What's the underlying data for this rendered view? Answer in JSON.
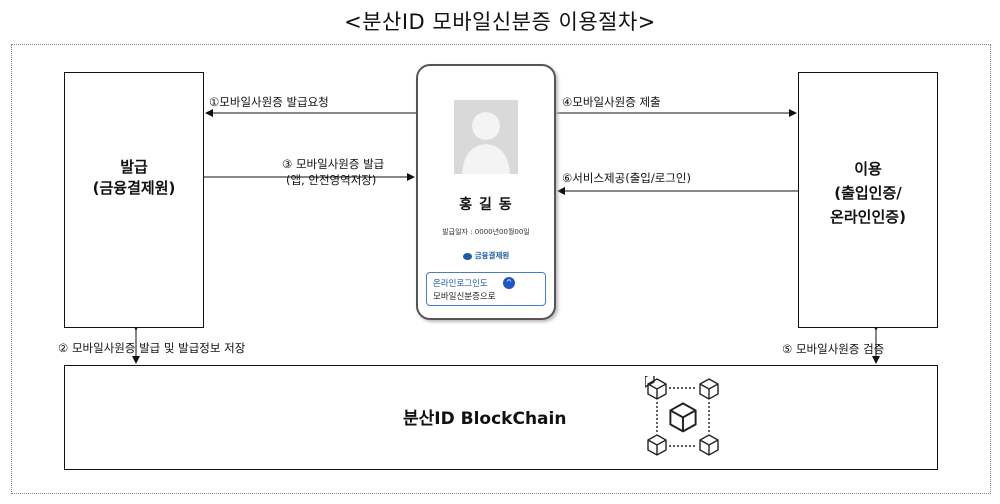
{
  "title": "<분산ID  모바일신분증  이용절차>",
  "issuer": {
    "line1": "발급",
    "line2": "(금융결제원)"
  },
  "user": {
    "line1": "이용",
    "line2": "(출입인증/",
    "line3": "온라인인증)"
  },
  "blockchain": {
    "label": "분산ID BlockChain",
    "icon": "blockchain-cubes-icon"
  },
  "phone": {
    "name": "홍 길 동",
    "issue_date": "발급일자 : 0000년00월00일",
    "org": "금융결제원",
    "notice_line1": "온라인로그인도",
    "notice_line2": "모바일신분증으로",
    "chevron": "^"
  },
  "steps": {
    "s1": "①모바일사원증 발급요청",
    "s2": "② 모바일사원증 발급 및 발급정보 저장",
    "s3_line1": "③ 모바일사원증 발급",
    "s3_line2": "(앱, 안전영역저장)",
    "s4": "④모바일사원증 제출",
    "s5": "⑤ 모바일사원증 검증",
    "s6": "⑥서비스제공(출입/로그인)"
  },
  "colors": {
    "accent": "#1f5aa6",
    "avatar": "#d9d9d9"
  }
}
